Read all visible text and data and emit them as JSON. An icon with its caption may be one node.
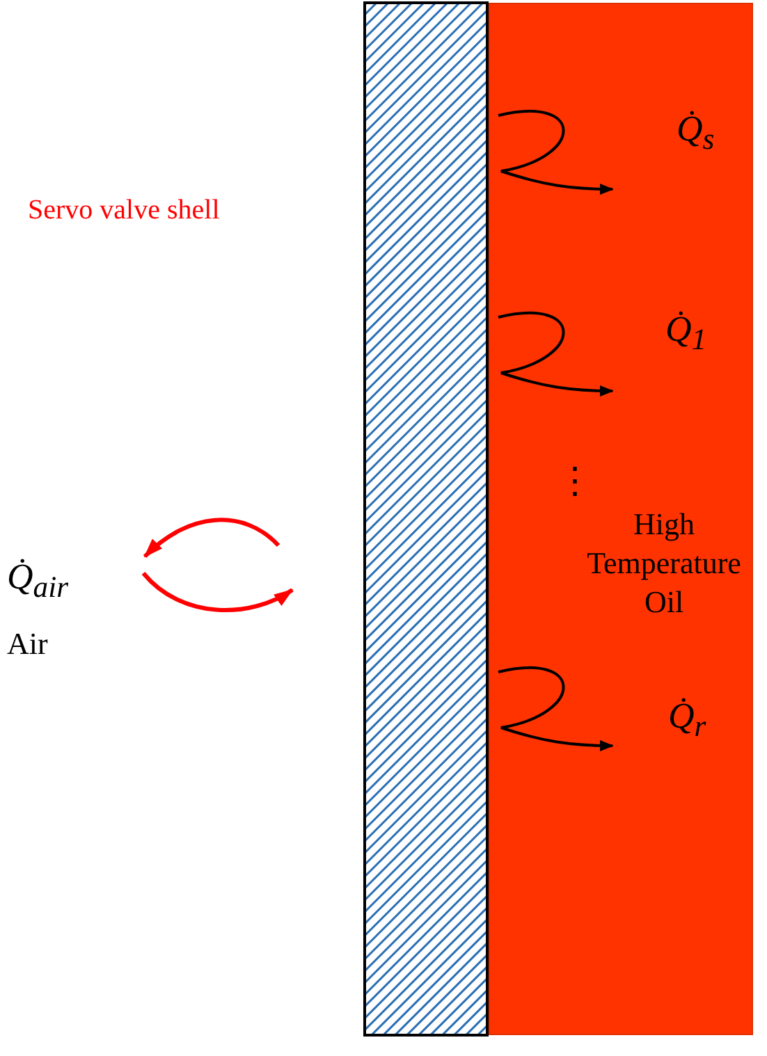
{
  "diagram": {
    "nodes": [
      {
        "text": [],
        "shape": "box"
      },
      {
        "text": [
          "High Temperature Oil"
        ]
      }
    ],
    "labels": [
      "Servo valve shell",
      "Q̇$_{s}$",
      "Q̇$_{1}$",
      "⋮",
      "Q̇$_{r}$",
      "Q̇$_{air}$",
      "Air"
    ]
  }
}
